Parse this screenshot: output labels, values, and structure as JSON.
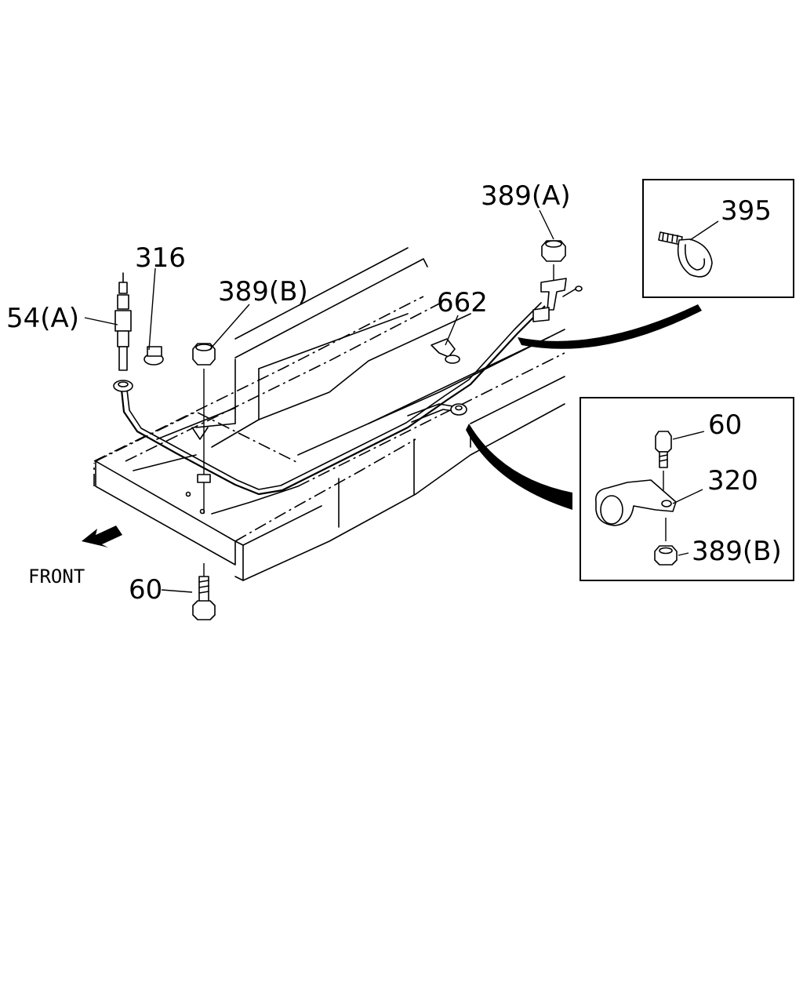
{
  "diagram": {
    "callouts": {
      "c54a": "54(A)",
      "c316": "316",
      "c389b_main": "389(B)",
      "c389a": "389(A)",
      "c662": "662",
      "c395": "395",
      "c60_inset": "60",
      "c320": "320",
      "c389b_inset": "389(B)",
      "c60_bottom": "60"
    },
    "direction_label": "FRONT",
    "icons": {
      "front_arrow": "arrow-left-down-icon"
    }
  }
}
